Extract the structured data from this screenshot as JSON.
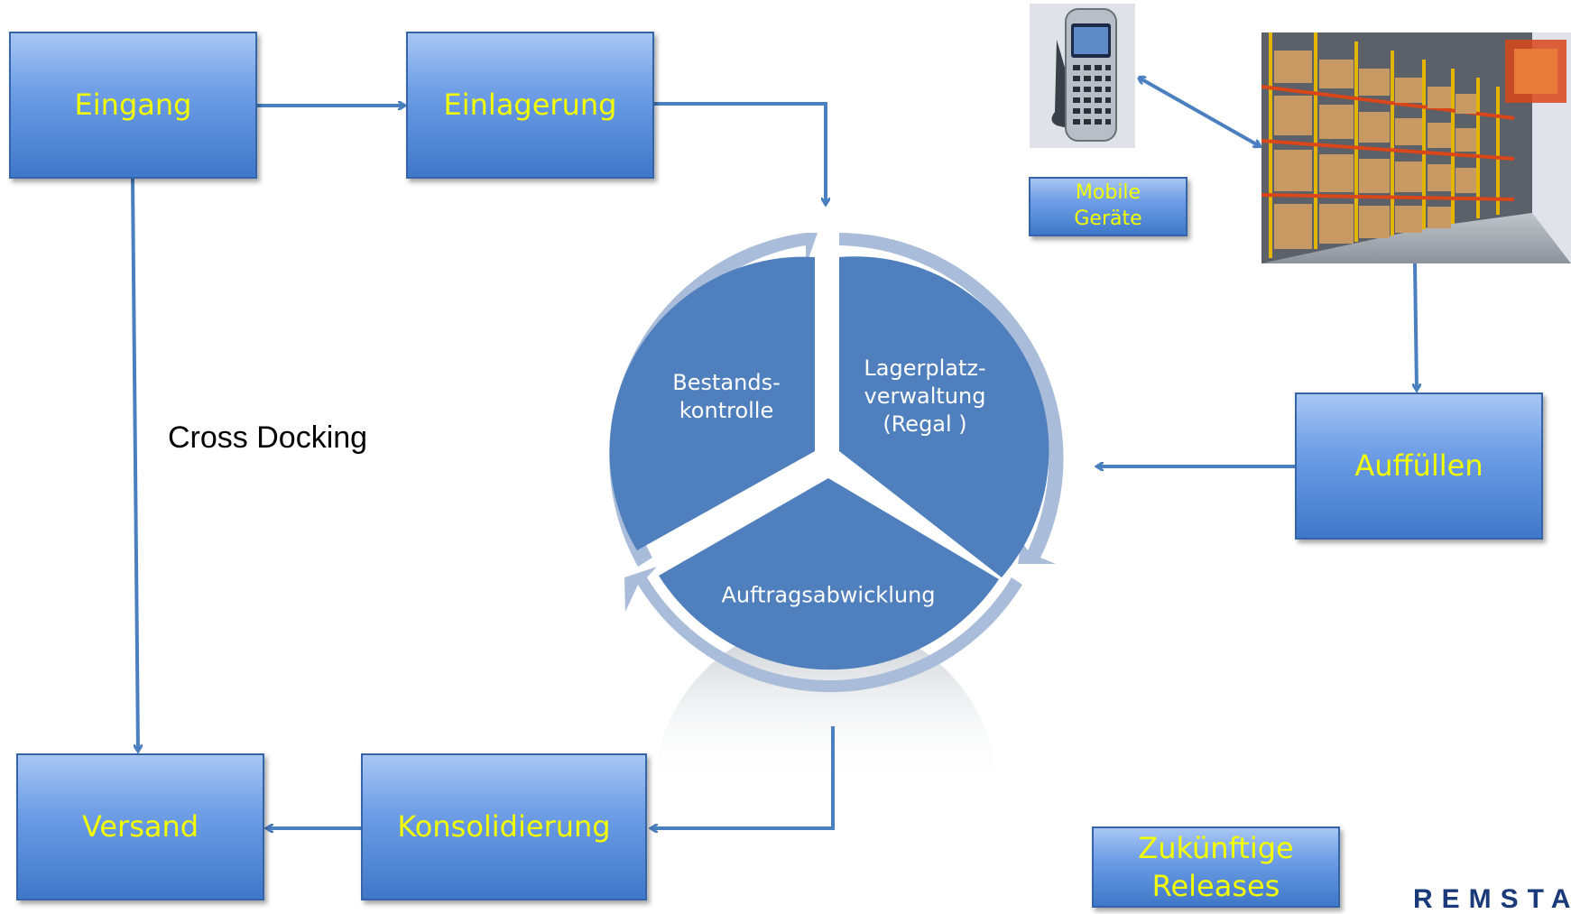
{
  "boxes": {
    "eingang": "Eingang",
    "einlagerung": "Einlagerung",
    "versand": "Versand",
    "konsolidierung": "Konsolidierung",
    "auffuellen": "Auffüllen",
    "mobile_line1": "Mobile",
    "mobile_line2": "Geräte",
    "future_line1": "Zukünftige",
    "future_line2": "Releases"
  },
  "cycle": {
    "segments": {
      "bestand": "Bestands-\nkontrolle",
      "lagerplatz": "Lagerplatz-\nverwaltung\n(Regal )",
      "auftrag": "Auftragsabwicklung"
    }
  },
  "cross_docking": "Cross Docking",
  "logo": "REMSTA",
  "colors": {
    "box_text": "#f4ff00",
    "arrow": "#4a7fc0",
    "segment_fill": "#4f7fbd",
    "ring": "#a9bcd9"
  }
}
